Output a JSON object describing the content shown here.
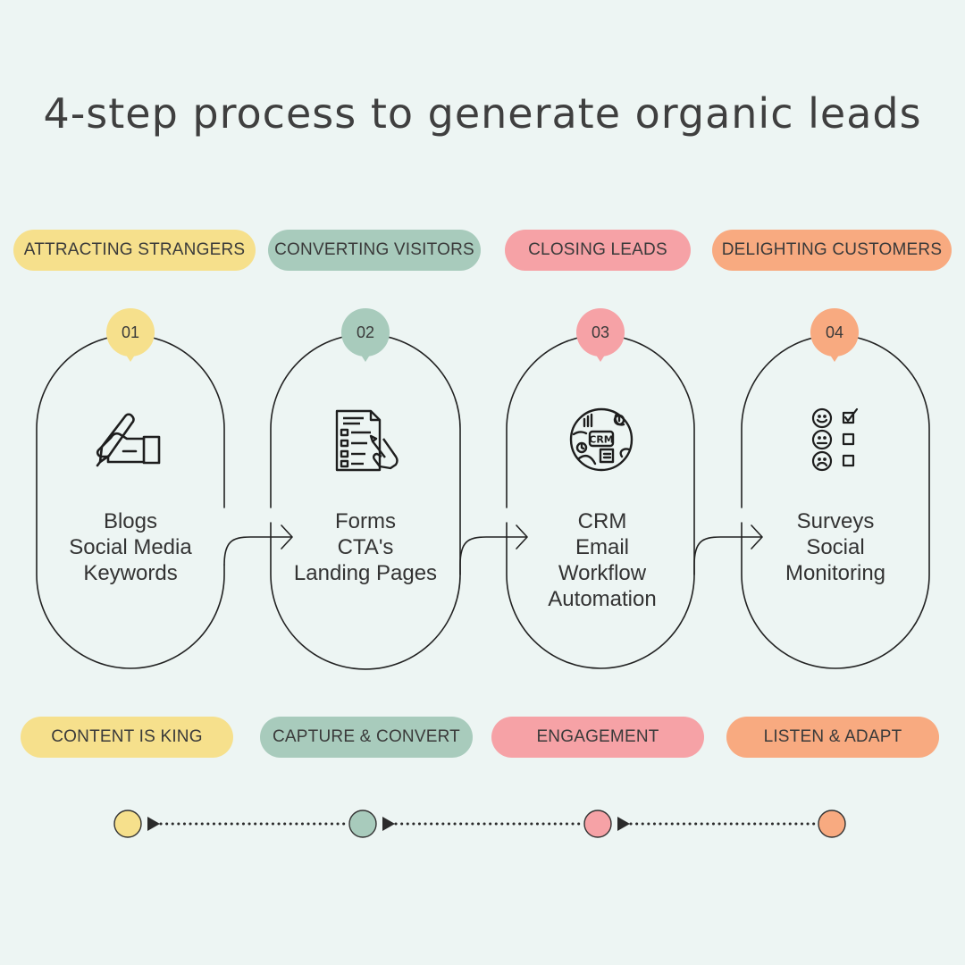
{
  "title": "4-step process to generate organic leads",
  "colors": {
    "background": "#edf5f3",
    "yellow": "#f6e08c",
    "green": "#a8cbbc",
    "pink": "#f6a2a6",
    "orange": "#f8aa80"
  },
  "steps": [
    {
      "number": "01",
      "stage": "ATTRACTING STRANGERS",
      "icon": "hand-writing-icon",
      "items": [
        "Blogs",
        "Social Media",
        "Keywords"
      ],
      "tagline": "CONTENT IS KING"
    },
    {
      "number": "02",
      "stage": "CONVERTING VISITORS",
      "icon": "form-document-icon",
      "items": [
        "Forms",
        "CTA's",
        "Landing Pages"
      ],
      "tagline": "CAPTURE & CONVERT"
    },
    {
      "number": "03",
      "stage": "CLOSING LEADS",
      "icon": "crm-globe-icon",
      "items": [
        "CRM",
        "Email",
        "Workflow",
        "Automation"
      ],
      "tagline": "ENGAGEMENT"
    },
    {
      "number": "04",
      "stage": "DELIGHTING CUSTOMERS",
      "icon": "survey-checklist-icon",
      "items": [
        "Surveys",
        "Social",
        "Monitoring"
      ],
      "tagline": "LISTEN & ADAPT"
    }
  ]
}
